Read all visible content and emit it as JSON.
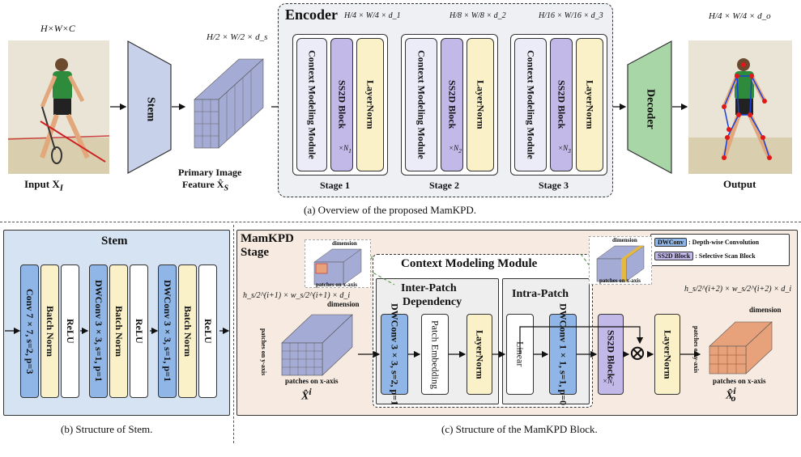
{
  "overview": {
    "input_dim": "H×W×C",
    "input_label": "Input X",
    "input_sub": "I",
    "stem_label": "Stem",
    "primary_dim": "H/2 × W/2 × d_s",
    "primary_label_1": "Primary Image",
    "primary_label_2": "Feature X̂",
    "primary_label_sub": "S",
    "encoder_title": "Encoder",
    "stages": [
      {
        "dim": "H/4 × W/4 × d_1",
        "name": "Stage 1",
        "cmm": "Context Modeling Module",
        "ss2d": "SS2D Block",
        "times": "×N",
        "times_sub": "1",
        "ln": "LayerNorm"
      },
      {
        "dim": "H/8 × W/8 × d_2",
        "name": "Stage 2",
        "cmm": "Context Modeling Module",
        "ss2d": "SS2D Block",
        "times": "×N",
        "times_sub": "2",
        "ln": "LayerNorm"
      },
      {
        "dim": "H/16 × W/16 × d_3",
        "name": "Stage 3",
        "cmm": "Context Modeling Module",
        "ss2d": "SS2D Block",
        "times": "×N",
        "times_sub": "3",
        "ln": "LayerNorm"
      }
    ],
    "decoder_label": "Decoder",
    "output_dim": "H/4 × W/4 × d_o",
    "output_label": "Output",
    "caption": "(a) Overview of the proposed MamKPD."
  },
  "stem": {
    "title": "Stem",
    "layers": [
      "Conv 7×7, s=2, p=3",
      "Batch Norm",
      "ReLU",
      "DWConv 3×3, s=1, p=1",
      "Batch Norm",
      "ReLU",
      "DWConv 3×3, s=1, p=1",
      "Batch Norm",
      "ReLU"
    ],
    "caption": "(b) Structure of Stem."
  },
  "block": {
    "title_1": "MamKPD",
    "title_2": "Stage",
    "legend": [
      {
        "key": "DWConv",
        "text": ": Depth-wise Convolution"
      },
      {
        "key": "SS2D Block",
        "text": ": Selective Scan Block"
      }
    ],
    "cmm_title": "Context Modeling Module",
    "inter_title_1": "Inter-Patch",
    "inter_title_2": "Dependency",
    "intra_title": "Intra-Patch",
    "in_dim": "h_s/2^(i+1) × w_s/2^(i+1) × d_i",
    "out_dim": "h_s/2^(i+2) × w_s/2^(i+2) × d_i",
    "axis_dimension": "dimension",
    "axis_y": "patches on y-axis",
    "axis_x": "patches on x-axis",
    "in_label": "X̂",
    "in_sup": "i",
    "out_label": "X̂",
    "out_sup": "i",
    "out_sub": "o",
    "dwconv_a": "DWConv 3×3, s=2, p=1",
    "patch_emb": "Patch Embedding",
    "ln_a": "LayerNorm",
    "linear": "Linear",
    "dwconv_b": "DWConv 1×1, s=1, p=0",
    "ss2d": "SS2D Block",
    "ss2d_times": "×N",
    "ss2d_times_sub": "i",
    "ln_b": "LayerNorm",
    "mult_symbol": "⊗",
    "caption": "(c) Structure of the MamKPD Block."
  },
  "colors": {
    "stem_trap": "#c7d2ea",
    "decoder_trap": "#a9d6a6",
    "stem_panel": "#d6e3f3",
    "block_panel": "#f7ebe1",
    "lavender": "#ecebf8",
    "purple": "#c2b9e8",
    "yellow": "#fbf1c9",
    "blue_box": "#8fb6e6",
    "cube_blue": "#a4abd4",
    "cube_orange": "#e7a27b",
    "gold": "#e5b840",
    "skin": "#e2a77a",
    "shirt": "#2e8b3c",
    "keypoint": "#e01818"
  }
}
